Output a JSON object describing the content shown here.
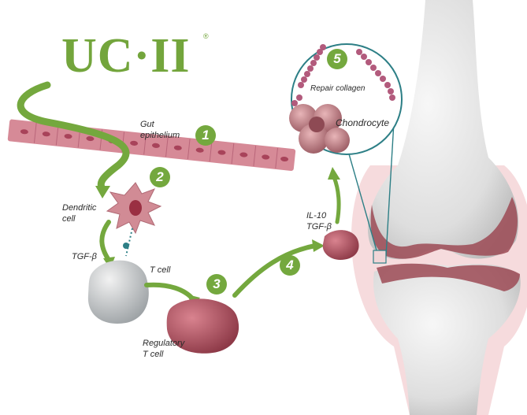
{
  "logo": {
    "text": "UC·II",
    "registered_mark": "®",
    "brand_color": "#73a53c"
  },
  "steps": [
    "1",
    "2",
    "3",
    "4",
    "5"
  ],
  "labels": {
    "gut": [
      "Gut",
      "epithelium"
    ],
    "dendritic": [
      "Dendritic",
      "cell"
    ],
    "tgf_beta": "TGF-β",
    "t_cell": "T cell",
    "regulatory": [
      "Regulatory",
      "T cell"
    ],
    "il10_tgf": [
      "IL-10",
      "TGF-β"
    ],
    "repair_collagen": "Repair collagen",
    "chondrocyte": "Chondrocyte"
  },
  "colors": {
    "accent_green": "#74a83e",
    "cell_pink": "#b86070",
    "bone": "#e6e6e6",
    "cartilage": "#9c4a55",
    "callout_border": "#2d7f86"
  }
}
